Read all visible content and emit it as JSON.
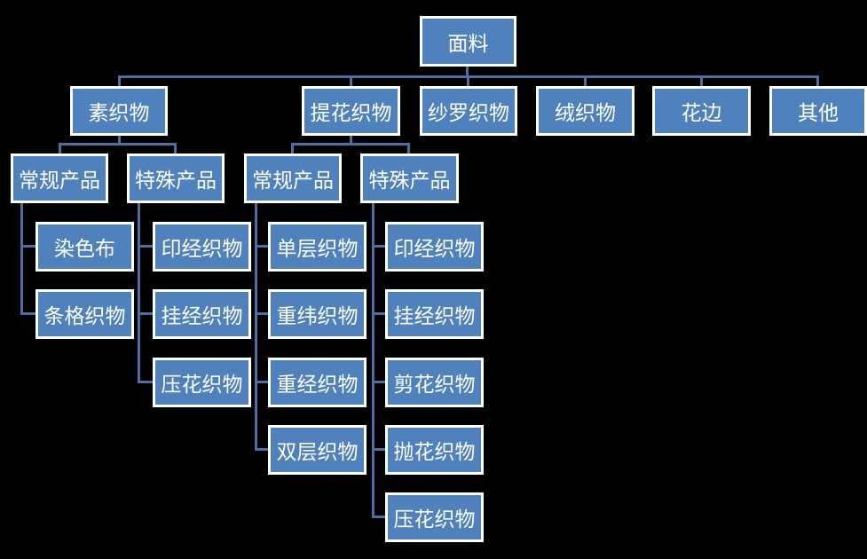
{
  "root": "面料",
  "level1": [
    "素织物",
    "提花织物",
    "纱罗织物",
    "绒织物",
    "花边",
    "其他"
  ],
  "plain": {
    "regular": {
      "label": "常规产品",
      "items": [
        "染色布",
        "条格织物"
      ]
    },
    "special": {
      "label": "特殊产品",
      "items": [
        "印经织物",
        "挂经织物",
        "压花织物"
      ]
    }
  },
  "jacquard": {
    "regular": {
      "label": "常规产品",
      "items": [
        "单层织物",
        "重纬织物",
        "重经织物",
        "双层织物"
      ]
    },
    "special": {
      "label": "特殊产品",
      "items": [
        "印经织物",
        "挂经织物",
        "剪花织物",
        "抛花织物",
        "压花织物"
      ]
    }
  },
  "colors": {
    "box": "#4f81bd",
    "border": "#ffffff",
    "line": "#4a6fa0",
    "background": "#000000"
  }
}
